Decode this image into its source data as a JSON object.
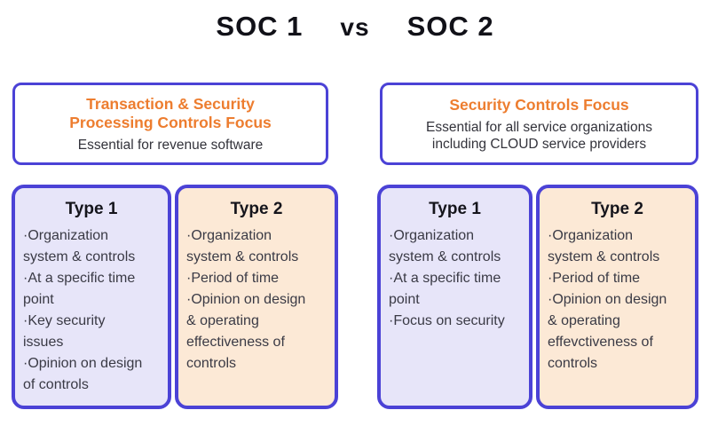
{
  "title": {
    "soc1": "SOC 1",
    "vs": "vs",
    "soc2": "SOC 2"
  },
  "colors": {
    "border_purple": "#4b42d6",
    "accent_orange": "#ed7d2f",
    "type1_bg_lavender": "#e7e5f9",
    "type2_bg_peach": "#fce9d6",
    "text_dark": "#33333b"
  },
  "soc1": {
    "focus_card": {
      "heading": "Transaction & Security\nProcessing Controls Focus",
      "subtext": "Essential for revenue software"
    },
    "type1": {
      "title": "Type 1",
      "bullets": [
        "·Organization\nsystem & controls",
        "·At a specific time\npoint",
        "·Key security\nissues",
        "·Opinion on design\nof controls"
      ]
    },
    "type2": {
      "title": "Type 2",
      "bullets": [
        "·Organization\nsystem & controls",
        "·Period of time",
        "·Opinion on design\n& operating\neffectiveness of\ncontrols"
      ]
    }
  },
  "soc2": {
    "focus_card": {
      "heading": "Security Controls Focus",
      "subtext": "Essential for all service organizations\nincluding CLOUD service providers"
    },
    "type1": {
      "title": "Type 1",
      "bullets": [
        "·Organization\nsystem & controls",
        "·At a specific time\npoint",
        "·Focus on security"
      ]
    },
    "type2": {
      "title": "Type 2",
      "bullets": [
        "·Organization\nsystem & controls",
        "·Period of time",
        "·Opinion on design\n& operating\neffevctiveness of\ncontrols"
      ]
    }
  }
}
